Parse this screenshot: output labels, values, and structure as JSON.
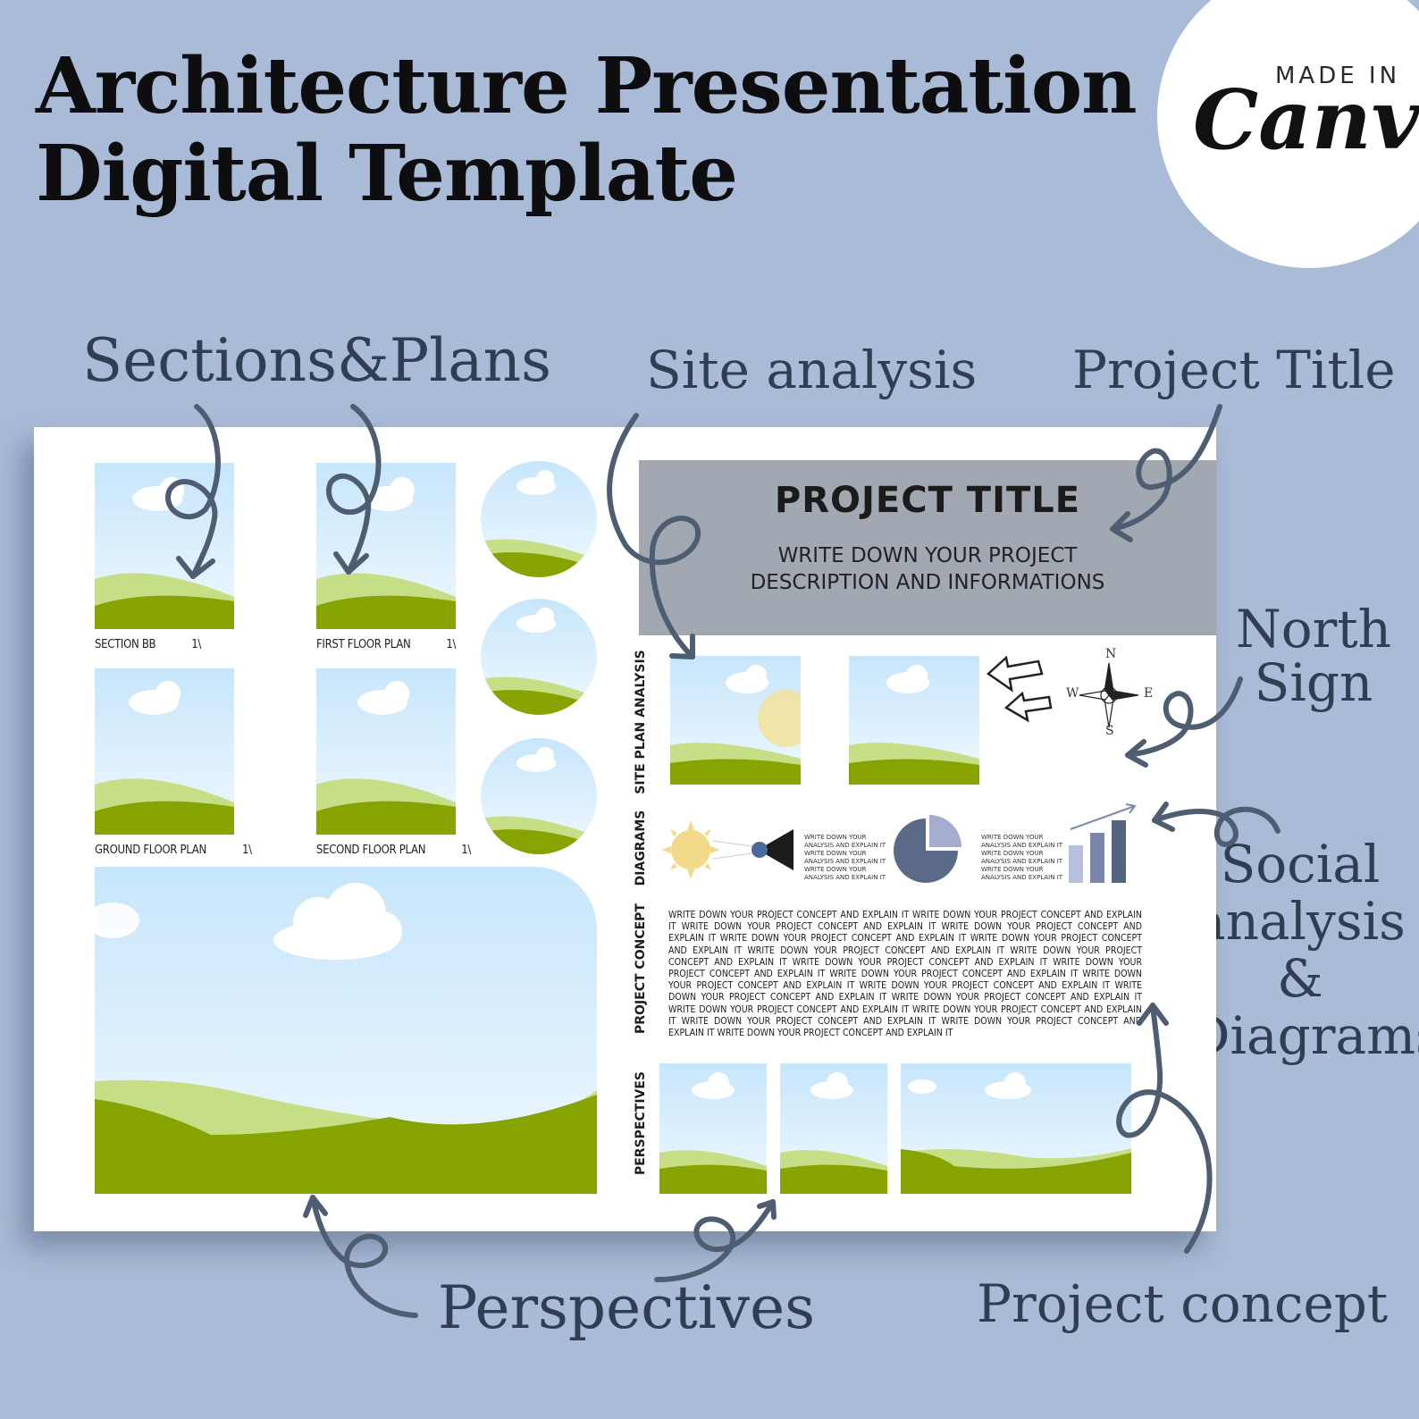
{
  "header": {
    "title_line1": "Architecture Presentation",
    "title_line2": "Digital Template",
    "badge_small": "MADE IN",
    "badge_big": "Canva"
  },
  "callouts": {
    "sections_plans": "Sections&Plans",
    "site_analysis": "Site analysis",
    "project_title": "Project Title",
    "north_1": "North",
    "north_2": "Sign",
    "social_1": "Social",
    "social_2": "analysis",
    "social_3": "&",
    "social_4": "Diagrams",
    "perspectives": "Perspectives",
    "project_concept": "Project concept"
  },
  "sheet": {
    "captions": [
      {
        "label": "SECTION BB",
        "scale": "1\\"
      },
      {
        "label": "FIRST FLOOR PLAN",
        "scale": "1\\"
      },
      {
        "label": "GROUND FLOOR PLAN",
        "scale": "1\\"
      },
      {
        "label": "SECOND FLOOR PLAN",
        "scale": "1\\"
      }
    ],
    "project_title": "PROJECT TITLE",
    "description_1": "WRITE DOWN YOUR PROJECT",
    "description_2": "DESCRIPTION AND INFORMATIONS",
    "side_labels": {
      "site": "SITE PLAN ANALYSIS",
      "diagrams": "DIAGRAMS",
      "concept": "PROJECT CONCEPT",
      "perspectives": "PERSPECTIVES"
    },
    "compass": {
      "n": "N",
      "s": "S",
      "e": "E",
      "w": "W"
    },
    "diagram_text_1": "WRITE DOWN YOUR ANALYSIS AND EXPLAIN IT WRITE DOWN YOUR ANALYSIS AND EXPLAIN IT WRITE DOWN YOUR ANALYSIS AND EXPLAIN IT",
    "diagram_text_2": "WRITE DOWN YOUR ANALYSIS AND EXPLAIN IT WRITE DOWN YOUR ANALYSIS AND EXPLAIN IT WRITE DOWN YOUR ANALYSIS AND EXPLAIN IT",
    "concept_text": "WRITE DOWN YOUR PROJECT CONCEPT AND EXPLAIN IT WRITE DOWN YOUR PROJECT CONCEPT AND EXPLAIN IT WRITE DOWN YOUR PROJECT CONCEPT AND EXPLAIN IT WRITE DOWN YOUR PROJECT CONCEPT AND EXPLAIN IT WRITE DOWN YOUR PROJECT CONCEPT AND EXPLAIN IT WRITE DOWN YOUR PROJECT CONCEPT AND EXPLAIN IT WRITE DOWN YOUR PROJECT CONCEPT AND EXPLAIN IT WRITE DOWN YOUR PROJECT CONCEPT AND EXPLAIN IT WRITE DOWN YOUR PROJECT CONCEPT AND EXPLAIN IT WRITE DOWN YOUR PROJECT CONCEPT AND EXPLAIN IT WRITE DOWN YOUR PROJECT CONCEPT AND EXPLAIN IT WRITE DOWN YOUR PROJECT CONCEPT AND EXPLAIN IT WRITE DOWN YOUR PROJECT CONCEPT AND EXPLAIN IT WRITE DOWN YOUR PROJECT CONCEPT AND EXPLAIN IT WRITE DOWN YOUR PROJECT CONCEPT AND EXPLAIN IT WRITE DOWN YOUR PROJECT CONCEPT AND EXPLAIN IT WRITE DOWN YOUR PROJECT CONCEPT AND EXPLAIN IT WRITE DOWN YOUR PROJECT CONCEPT AND EXPLAIN IT WRITE DOWN YOUR PROJECT CONCEPT AND EXPLAIN IT WRITE DOWN YOUR PROJECT CONCEPT AND EXPLAIN IT"
  },
  "colors": {
    "background": "#a9bbd6",
    "sky": "#c7e6fb",
    "hill_light": "#c6df86",
    "hill_dark": "#86a300",
    "callout_text": "#2f3e53",
    "arrow": "#4e5d71"
  }
}
